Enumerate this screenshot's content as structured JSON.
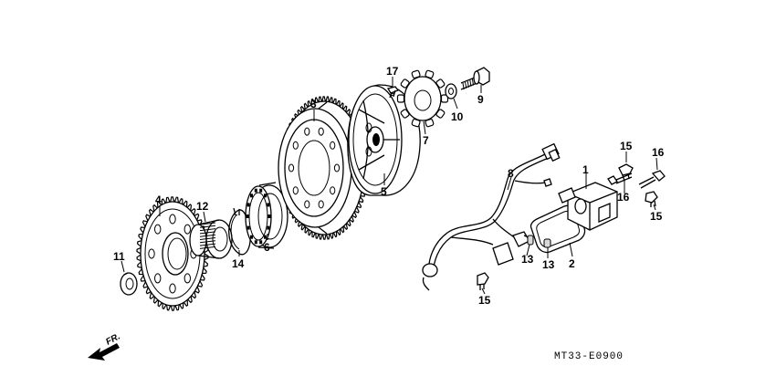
{
  "diagram": {
    "code": "MT33-E0900",
    "direction_label": "FR.",
    "callouts": {
      "c1": "1",
      "c2": "2",
      "c3": "3",
      "c4": "4",
      "c5": "5",
      "c6": "6",
      "c7": "7",
      "c8": "8",
      "c9": "9",
      "c10": "10",
      "c11": "11",
      "c12": "12",
      "c13a": "13",
      "c13b": "13",
      "c14": "14",
      "c15a": "15",
      "c15b": "15",
      "c15c": "15",
      "c16a": "16",
      "c16b": "16",
      "c17": "17"
    }
  }
}
